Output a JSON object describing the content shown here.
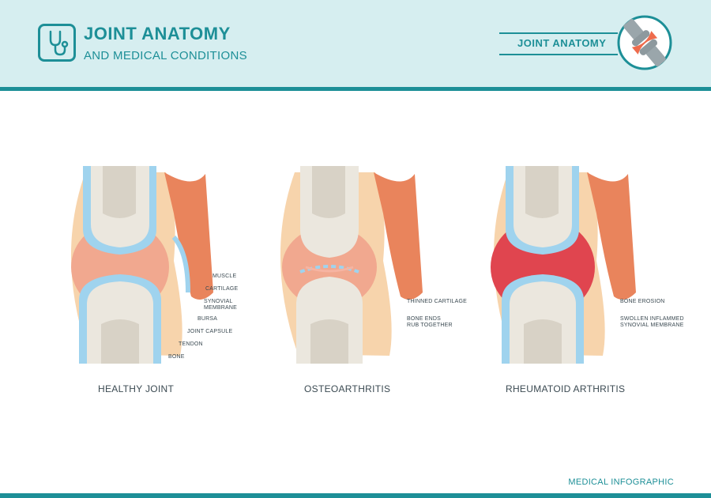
{
  "header": {
    "title": "JOINT ANATOMY",
    "subtitle": "AND MEDICAL CONDITIONS",
    "right_label": "JOINT ANATOMY",
    "logo_icon": "stethoscope-icon",
    "badge_icon": "joint-icon"
  },
  "diagrams": [
    {
      "caption": "HEALTHY JOINT",
      "labels": {
        "muscle": "MUSCLE",
        "cartilage": "CARTILAGE",
        "synovial_line1": "SYNOVIAL",
        "synovial_line2": "MEMBRANE",
        "bursa": "BURSA",
        "joint_capsule": "JOINT CAPSULE",
        "tendon": "TENDON",
        "bone": "BONE"
      }
    },
    {
      "caption": "OSTEOARTHRITIS",
      "labels": {
        "thinned_cartilage": "THINNED CARTILAGE",
        "bone_ends_line1": "BONE ENDS",
        "bone_ends_line2": "RUB TOGETHER"
      }
    },
    {
      "caption": "RHEUMATOID ARTHRITIS",
      "labels": {
        "bone_erosion": "BONE EROSION",
        "swollen_line1": "SWOLLEN INFLAMMED",
        "swollen_line2": "SYNOVIAL MEMBRANE"
      }
    }
  ],
  "footer": {
    "text": "MEDICAL INFOGRAPHIC"
  },
  "colors": {
    "teal": "#1d8f97",
    "header_bg": "#d6eef0",
    "muscle": "#e9845c",
    "capsule": "#f7d4ac",
    "bone": "#ebe7de",
    "marrow": "#d8d2c6",
    "cartilage": "#9fd3ee",
    "synovial_healthy": "#f1a88f",
    "synovial_inflamed": "#e0454f"
  }
}
